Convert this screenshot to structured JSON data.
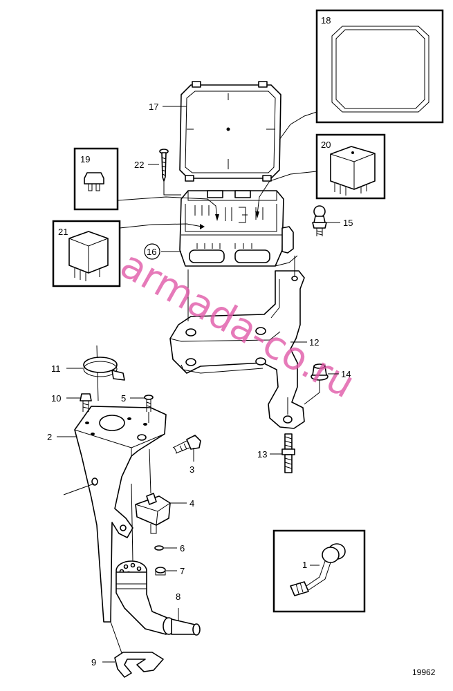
{
  "drawing_number": "19962",
  "watermark": "armada-co.ru",
  "callouts": [
    {
      "id": "1",
      "text": "1"
    },
    {
      "id": "2",
      "text": "2"
    },
    {
      "id": "3",
      "text": "3"
    },
    {
      "id": "4",
      "text": "4"
    },
    {
      "id": "5",
      "text": "5"
    },
    {
      "id": "6",
      "text": "6"
    },
    {
      "id": "7",
      "text": "7"
    },
    {
      "id": "8",
      "text": "8"
    },
    {
      "id": "9",
      "text": "9"
    },
    {
      "id": "10",
      "text": "10"
    },
    {
      "id": "11",
      "text": "11"
    },
    {
      "id": "12",
      "text": "12"
    },
    {
      "id": "13",
      "text": "13"
    },
    {
      "id": "14",
      "text": "14"
    },
    {
      "id": "15",
      "text": "15"
    },
    {
      "id": "16",
      "text": "16"
    },
    {
      "id": "17",
      "text": "17"
    },
    {
      "id": "18",
      "text": "18"
    },
    {
      "id": "19",
      "text": "19"
    },
    {
      "id": "20",
      "text": "20"
    },
    {
      "id": "21",
      "text": "21"
    },
    {
      "id": "22",
      "text": "22"
    }
  ]
}
